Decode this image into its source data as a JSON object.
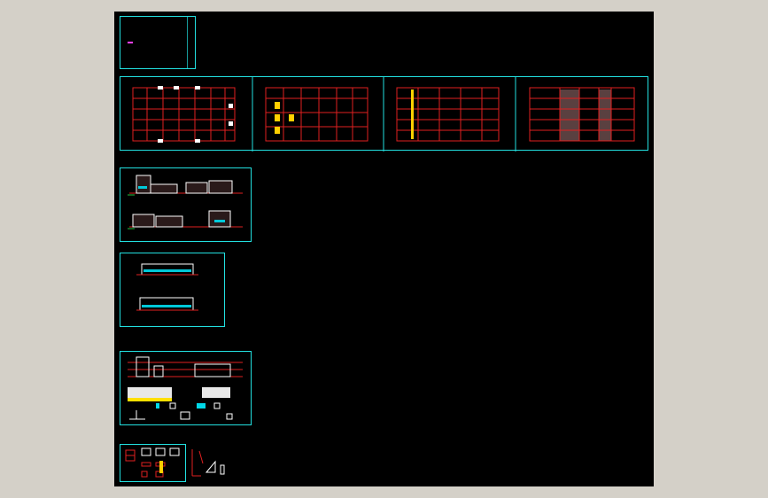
{
  "window": {
    "title": ""
  },
  "drawing": {
    "background": "#000000",
    "frame_color": "#22e0e0",
    "line_color": "#e02020",
    "sheets": [
      {
        "id": "title-sheet",
        "kind": "cover"
      },
      {
        "id": "plan-1",
        "kind": "floor-plan"
      },
      {
        "id": "plan-2",
        "kind": "floor-plan"
      },
      {
        "id": "plan-3",
        "kind": "floor-plan"
      },
      {
        "id": "plan-4",
        "kind": "roof-plan"
      },
      {
        "id": "elevations-1",
        "kind": "elevation"
      },
      {
        "id": "elevations-2",
        "kind": "elevation"
      },
      {
        "id": "section-details",
        "kind": "section"
      },
      {
        "id": "detail-sheet",
        "kind": "details"
      }
    ]
  }
}
